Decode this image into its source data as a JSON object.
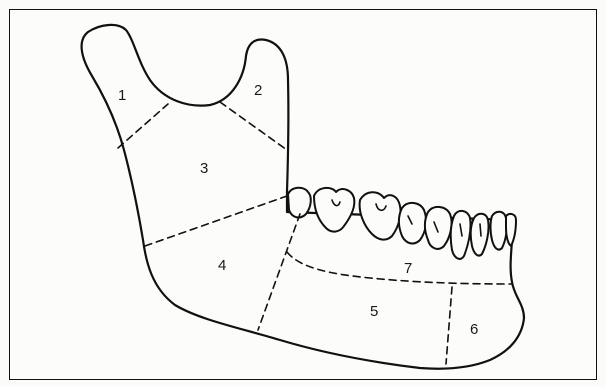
{
  "diagram": {
    "regions": [
      {
        "id": "1",
        "label": "1"
      },
      {
        "id": "2",
        "label": "2"
      },
      {
        "id": "3",
        "label": "3"
      },
      {
        "id": "4",
        "label": "4"
      },
      {
        "id": "5",
        "label": "5"
      },
      {
        "id": "6",
        "label": "6"
      },
      {
        "id": "7",
        "label": "7"
      }
    ]
  }
}
